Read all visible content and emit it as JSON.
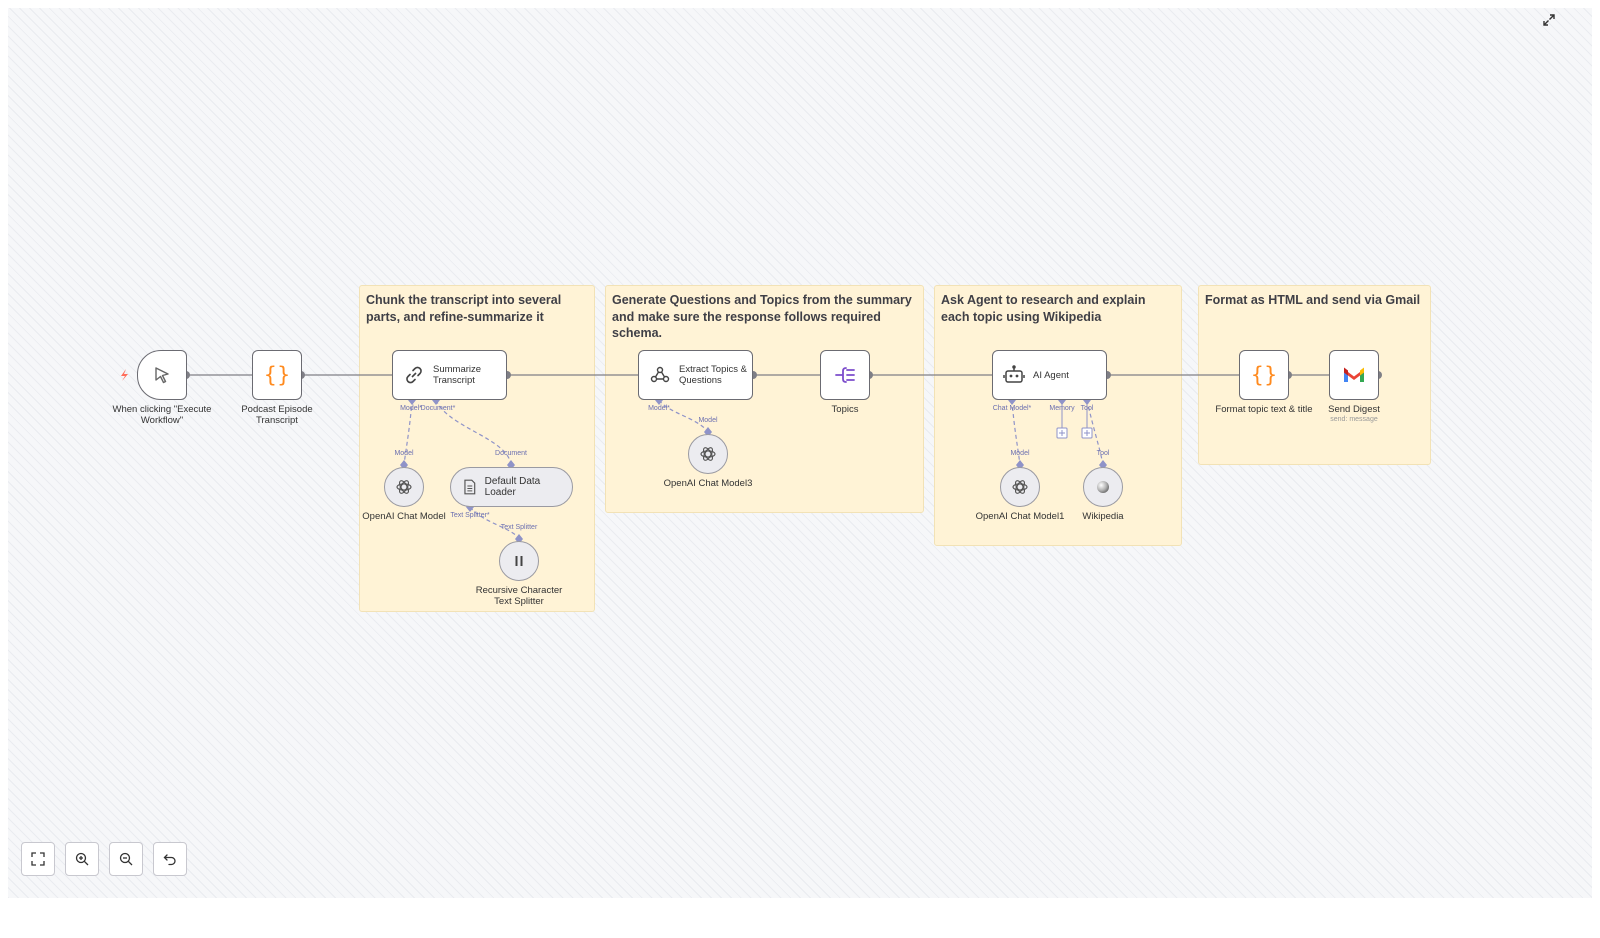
{
  "stickies": {
    "chunk": "Chunk the transcript into several parts, and refine-summarize it",
    "generate": "Generate Questions and Topics from the summary and make sure the response follows required schema.",
    "agent": "Ask Agent to research and explain each topic using Wikipedia",
    "format": "Format as HTML and send via Gmail"
  },
  "nodes": {
    "trigger": "When clicking \"Execute Workflow\"",
    "podcast": "Podcast Episode Transcript",
    "summarize": "Summarize Transcript",
    "openai_model": "OpenAI Chat Model",
    "data_loader": "Default Data Loader",
    "splitter": "Recursive Character Text Splitter",
    "extract": "Extract Topics & Questions",
    "openai_model3": "OpenAI Chat Model3",
    "topics": "Topics",
    "ai_agent": "AI Agent",
    "openai_model1": "OpenAI Chat Model1",
    "wikipedia": "Wikipedia",
    "format_topic": "Format topic text & title",
    "send_digest": "Send Digest",
    "send_digest_sub": "send: message"
  },
  "ports": {
    "sum_model": "Model*",
    "sum_document": "Document*",
    "model_in": "Model",
    "document_in": "Document",
    "text_splitter": "Text Splitter*",
    "text_splitter_in": "Text Splitter",
    "extract_model": "Model*",
    "extract_model_in": "Model",
    "chat_model": "Chat Model*",
    "memory": "Memory",
    "tool": "Tool",
    "agent_model_in": "Model",
    "tool_in": "Tool"
  },
  "icons": {
    "trigger": "cursor-icon",
    "code": "braces-icon",
    "chain": "link-icon",
    "openai": "openai-icon",
    "document": "document-icon",
    "splitter": "pause-icon",
    "extractor": "share-nodes-icon",
    "split_out": "split-out-icon",
    "agent": "robot-icon",
    "wiki": "wikipedia-icon",
    "gmail": "gmail-icon",
    "fullscreen": "expand-icon"
  },
  "colors": {
    "sticky": "#fff3d6",
    "wire": "#7f7f86",
    "sub_wire": "#8f93c8",
    "trigger_bolt": "#ff6d5a",
    "code_orange": "#ff8a1e",
    "split_purple": "#7c4dcc",
    "gmail_red": "#ea4335"
  },
  "controls": [
    "zoom-to-fit",
    "zoom-in",
    "zoom-out",
    "reset-zoom"
  ]
}
